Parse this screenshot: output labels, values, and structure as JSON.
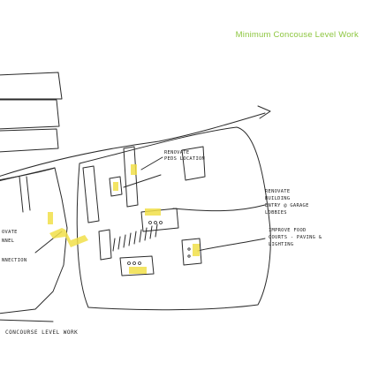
{
  "title": "Minimum Concouse Level Work",
  "annotations": {
    "renovate_ped": [
      "RENOVATE",
      "PEDS LOCATION"
    ],
    "renovate_building": [
      "RENOVATE",
      "BUILDING",
      "ENTRY @ GARAGE",
      "LOBBIES"
    ],
    "improve_food": [
      "IMPROVE FOOD",
      "COURTS - PAVING &",
      "LIGHTING"
    ],
    "left_note": [
      "OVATE",
      "NNEL",
      "NNECTION"
    ],
    "bottom_label": "CONCOURSE LEVEL WORK"
  },
  "colors": {
    "accent": "#8dc63f",
    "highlight": "#f2e04a",
    "ink": "#2a2a2a"
  }
}
